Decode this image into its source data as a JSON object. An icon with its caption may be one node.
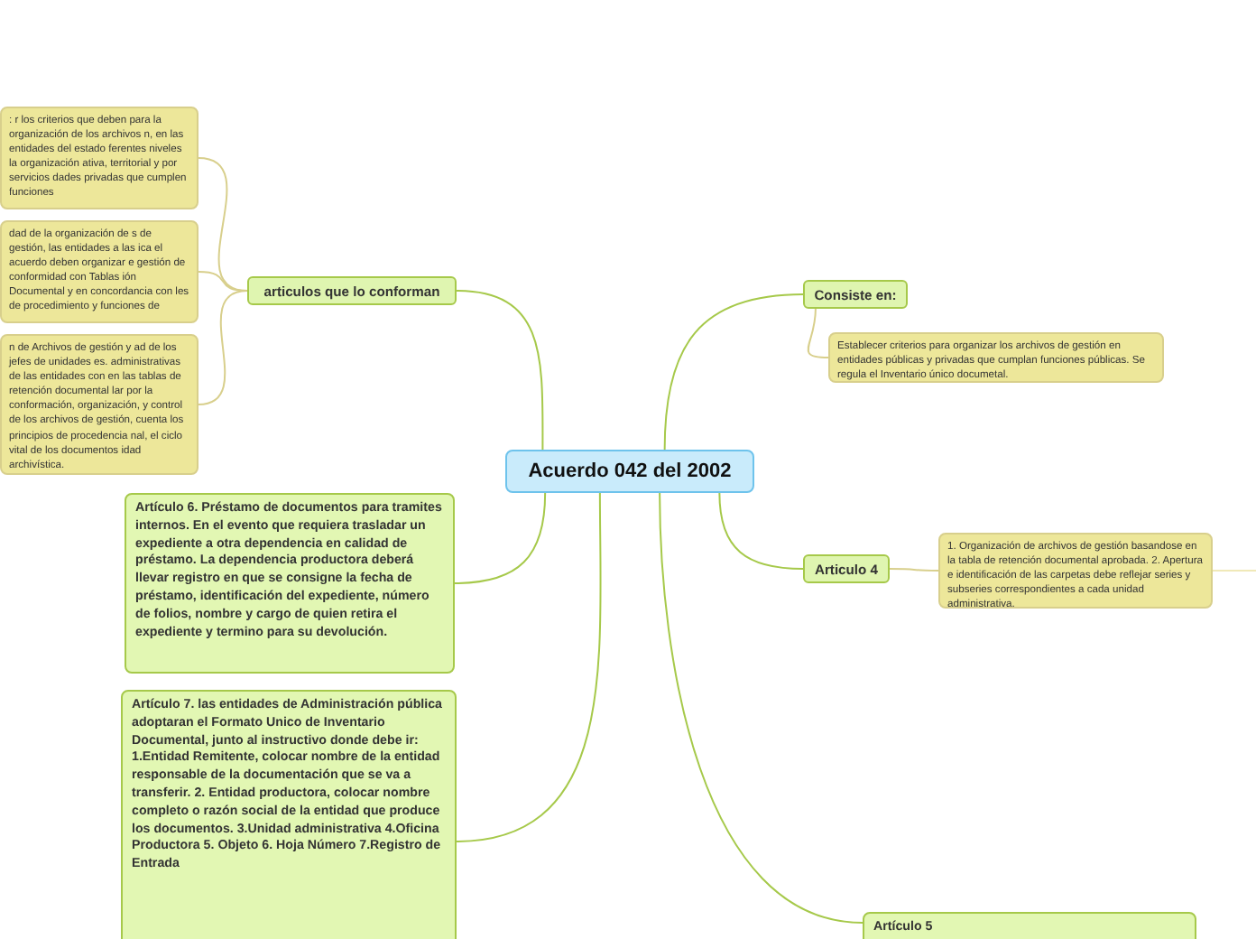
{
  "diagram": {
    "nodes": [
      {
        "text": [
          "Acuerdo 042 del 2002"
        ]
      },
      {
        "text": [
          "articulos que lo conforman"
        ]
      },
      {
        "text": [
          ": r los criterios que deben para la organización de los archivos n, en las entidades del estado ferentes niveles la organización ativa, territorial y por servicios dades privadas que cumplen funciones"
        ]
      },
      {
        "text": [
          "dad de la organización de s de gestión, las entidades a las ica el acuerdo deben organizar e gestión de conformidad con Tablas ión Documental y en concordancia con les de procedimiento y funciones de"
        ]
      },
      {
        "text": [
          "n de Archivos de gestión y ad de los jefes de unidades es. administrativas de las entidades con en las tablas de retención documental lar por la conformación, organización, y control de los archivos de gestión, cuenta los principios de procedencia nal, el ciclo vital de los documentos idad archivística."
        ]
      },
      {
        "text": [
          "Artículo 6. Préstamo de documentos para tramites internos. En el evento que requiera trasladar un expediente a otra dependencia en calidad  de préstamo. La dependencia productora deberá llevar registro en que se consigne la fecha de préstamo, identificación del expediente, número de folios, nombre y cargo de quien retira el expediente y termino para su devolución."
        ]
      },
      {
        "text": [
          "Artículo 7. las entidades de Administración pública adoptaran el Formato Unico de Inventario Documental, junto al instructivo donde debe ir: 1.Entidad Remitente, colocar nombre de la entidad responsable de la documentación que se va a transferir. 2. Entidad productora, colocar nombre completo o razón social de la entidad que produce los documentos. 3.Unidad administrativa 4.Oficina Productora 5. Objeto 6. Hoja Número 7.Registro de Entrada"
        ]
      },
      {
        "text": [
          "Consiste en:"
        ]
      },
      {
        "text": [
          "Establecer criterios para organizar los archivos de gestión en entidades públicas y privadas que cumplan funciones públicas. Se regula el Inventario único documetal."
        ]
      },
      {
        "text": [
          "Articulo 4"
        ]
      },
      {
        "text": [
          "1. Organización de archivos de gestión basandose en la tabla de retención documental aprobada. 2. Apertura e identificación de las carpetas debe reflejar series y subseries correspondientes a cada unidad administrativa."
        ]
      },
      {
        "text": [
          "Artículo 5"
        ]
      }
    ],
    "edges": [
      {
        "from": 0,
        "to": 1,
        "arrow": "none"
      },
      {
        "from": 1,
        "to": 2,
        "arrow": "none",
        "color": "#d8cf8c"
      },
      {
        "from": 1,
        "to": 3,
        "arrow": "none",
        "color": "#d8cf8c"
      },
      {
        "from": 1,
        "to": 4,
        "arrow": "none",
        "color": "#d8cf8c"
      },
      {
        "from": 0,
        "to": 5,
        "arrow": "none"
      },
      {
        "from": 0,
        "to": 6,
        "arrow": "none"
      },
      {
        "from": 0,
        "to": 7,
        "arrow": "none"
      },
      {
        "from": 7,
        "to": 8,
        "arrow": "none",
        "color": "#d8cf8c"
      },
      {
        "from": 0,
        "to": 9,
        "arrow": "none"
      },
      {
        "from": 9,
        "to": 10,
        "arrow": "none",
        "color": "#d8cf8c"
      },
      {
        "from": 10,
        "to": null,
        "arrow": "none",
        "color": "#f0e9b8"
      },
      {
        "from": 0,
        "to": 11,
        "arrow": "none"
      }
    ]
  }
}
